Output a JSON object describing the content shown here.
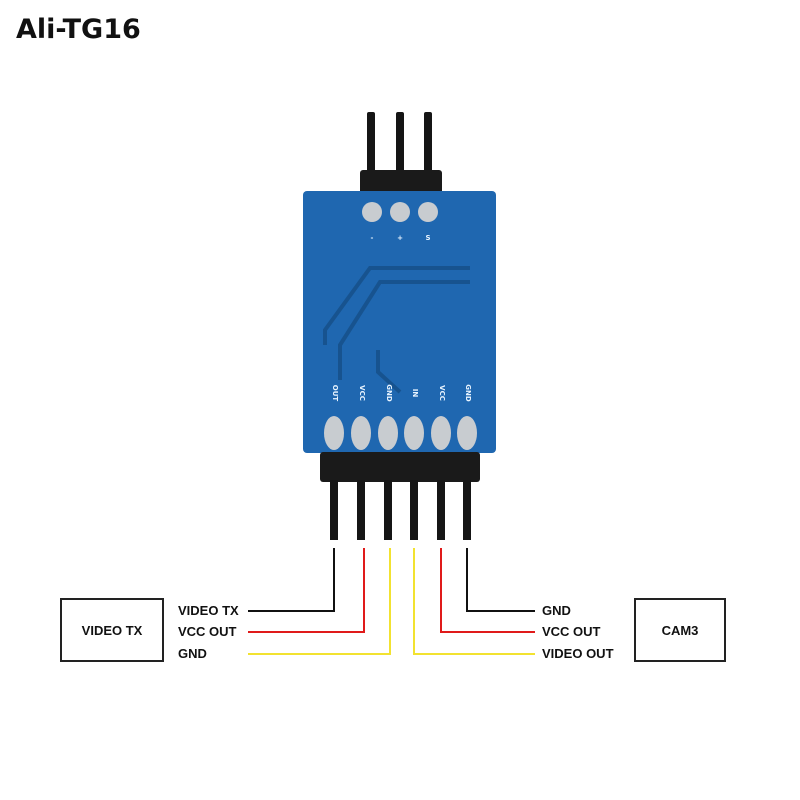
{
  "brand": "Ali-TG16",
  "top_pins": [
    "-",
    "+",
    "S"
  ],
  "bottom_pins": [
    "OUT",
    "VCC",
    "GND",
    "IN",
    "VCC",
    "GND"
  ],
  "left_device": {
    "name": "VIDEO TX",
    "wires": [
      "VIDEO TX",
      "VCC OUT",
      "GND"
    ]
  },
  "right_device": {
    "name": "CAM3",
    "wires": [
      "GND",
      "VCC OUT",
      "VIDEO OUT"
    ]
  },
  "colors": {
    "board": "#1f67b0",
    "board_dark": "#15508f",
    "black_wire": "#111111",
    "red_wire": "#e01a1a",
    "yellow_wire": "#f2e230",
    "header": "#1a1a1a",
    "solder": "#c8ccd0"
  }
}
